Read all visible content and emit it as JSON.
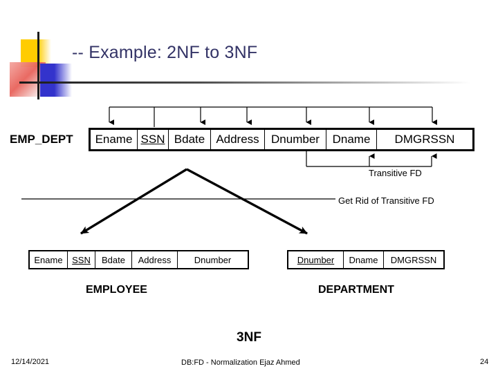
{
  "slide": {
    "title": "-- Example: 2NF to 3NF",
    "normal_form_label": "3NF",
    "title_color": "#333366"
  },
  "emp_dept": {
    "name": "EMP_DEPT",
    "columns": [
      {
        "label": "Ename",
        "key": false
      },
      {
        "label": "SSN",
        "key": true
      },
      {
        "label": "Bdate",
        "key": false
      },
      {
        "label": "Address",
        "key": false
      },
      {
        "label": "Dnumber",
        "key": false
      },
      {
        "label": "Dname",
        "key": false
      },
      {
        "label": "DMGRSSN",
        "key": false
      }
    ]
  },
  "employee": {
    "name": "EMPLOYEE",
    "columns": [
      {
        "label": "Ename",
        "key": false
      },
      {
        "label": "SSN",
        "key": true
      },
      {
        "label": "Bdate",
        "key": false
      },
      {
        "label": "Address",
        "key": false
      },
      {
        "label": "Dnumber",
        "key": false
      }
    ]
  },
  "department": {
    "name": "DEPARTMENT",
    "columns": [
      {
        "label": "Dnumber",
        "key": true
      },
      {
        "label": "Dname",
        "key": false
      },
      {
        "label": "DMGRSSN",
        "key": false
      }
    ]
  },
  "annotations": {
    "transitive_fd": "Transitive FD",
    "get_rid_of_transitive_fd": "Get Rid of Transitive FD"
  },
  "footer": {
    "date": "12/14/2021",
    "center": "DB:FD - Normalization    Ejaz Ahmed",
    "page": "24"
  }
}
